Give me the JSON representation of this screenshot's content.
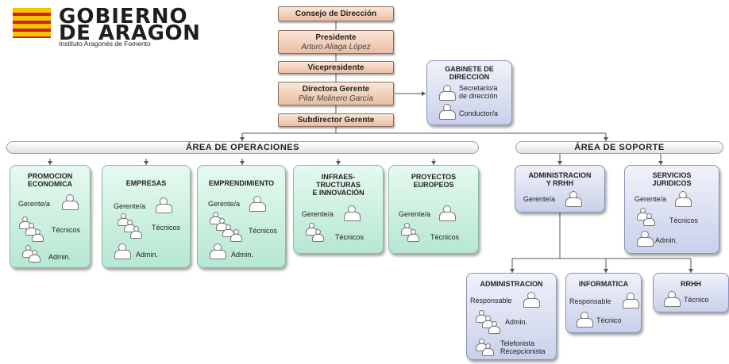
{
  "logo": {
    "line1": "GOBIERNO",
    "line2": "DE ARAGON",
    "subtitle": "Instituto Aragonés de Fomento"
  },
  "executive": {
    "consejo": "Consejo de Dirección",
    "presidente_title": "Presidente",
    "presidente_name": "Arturo Aliaga López",
    "vicepresidente": "Vicepresidente",
    "directora_title": "Directora Gerente",
    "directora_name": "Pilar Molinero García",
    "subdirector": "Subdirector Gerente"
  },
  "gabinete": {
    "title1": "GABINETE DE",
    "title2": "DIRECCION",
    "secretario1": "Secretario/a",
    "secretario2": "de dirección",
    "conductor": "Conductor/a"
  },
  "areas": {
    "operaciones": "ÁREA DE OPERACIONES",
    "soporte": "ÁREA DE SOPORTE"
  },
  "operaciones": {
    "promocion": {
      "title1": "PROMOCION",
      "title2": "ECONOMICA",
      "gerente": "Gerente/a",
      "tecnicos": "Técnicos",
      "admin": "Admin."
    },
    "empresas": {
      "title1": "EMPRESAS",
      "gerente": "Gerente/a",
      "tecnicos": "Técnicos",
      "admin": "Admin."
    },
    "emprendimiento": {
      "title1": "EMPRENDIMIENTO",
      "gerente": "Gerente/a",
      "tecnicos": "Técnicos",
      "admin": "Admin."
    },
    "infra": {
      "title1": "INFRAES-",
      "title2": "TRUCTURAS",
      "title3": "E INNOVACIÓN",
      "gerente": "Gerente/a",
      "tecnicos": "Técnicos"
    },
    "proyectos": {
      "title1": "PROYECTOS",
      "title2": "EUROPEOS",
      "gerente": "Gerente/a",
      "tecnicos": "Técnicos"
    }
  },
  "soporte": {
    "admin_rrhh": {
      "title1": "ADMINISTRACION",
      "title2": "Y RRHH",
      "gerente": "Gerente/a"
    },
    "juridicos": {
      "title1": "SERVICIOS",
      "title2": "JURIDICOS",
      "gerente": "Gerente/a",
      "tecnicos": "Técnicos",
      "admin": "Admin."
    },
    "administracion": {
      "title": "ADMINISTRACION",
      "responsable": "Responsable",
      "admin": "Admin.",
      "tel1": "Telefonista",
      "tel2": "Recepcionista"
    },
    "informatica": {
      "title": "INFORMATICA",
      "responsable": "Responsable",
      "tecnico": "Técnico"
    },
    "rrhh": {
      "title": "RRHH",
      "tecnico": "Técnico"
    }
  }
}
